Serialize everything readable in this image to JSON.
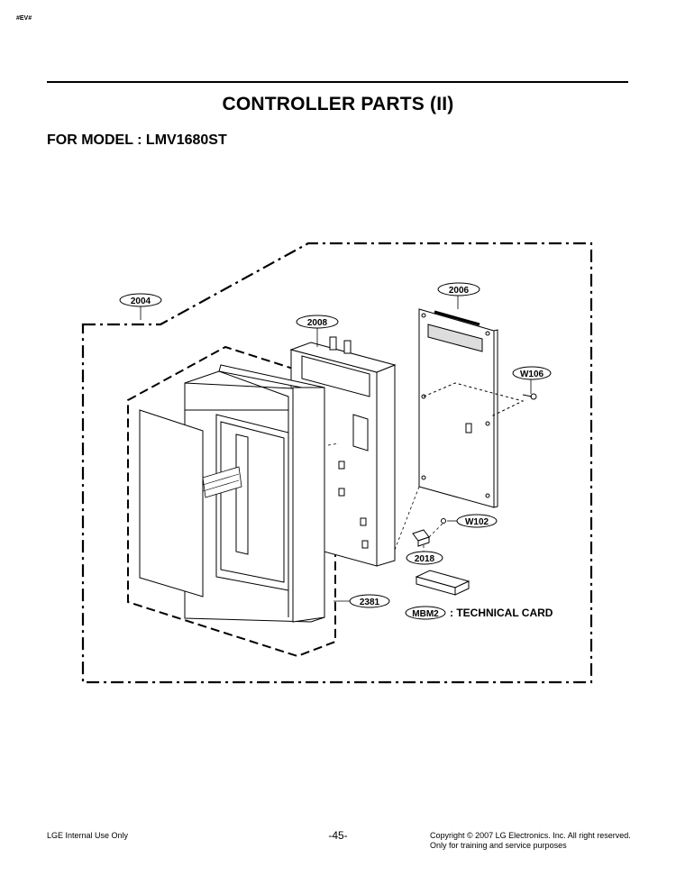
{
  "header": {
    "corner_mark": "#EV#",
    "title": "CONTROLLER PARTS (II)",
    "model_line": "FOR MODEL : LMV1680ST"
  },
  "callouts": {
    "c2004": "2004",
    "c2006": "2006",
    "c2008": "2008",
    "cW106": "W106",
    "cW102": "W102",
    "c2018": "2018",
    "c2381": "2381",
    "cMBM2": "MBM2",
    "technical_card": ": TECHNICAL CARD"
  },
  "footer": {
    "left": "LGE Internal Use Only",
    "page": "-45-",
    "copyright_line1": "Copyright © 2007 LG Electronics. Inc. All right reserved.",
    "copyright_line2": "Only for training and service purposes"
  }
}
